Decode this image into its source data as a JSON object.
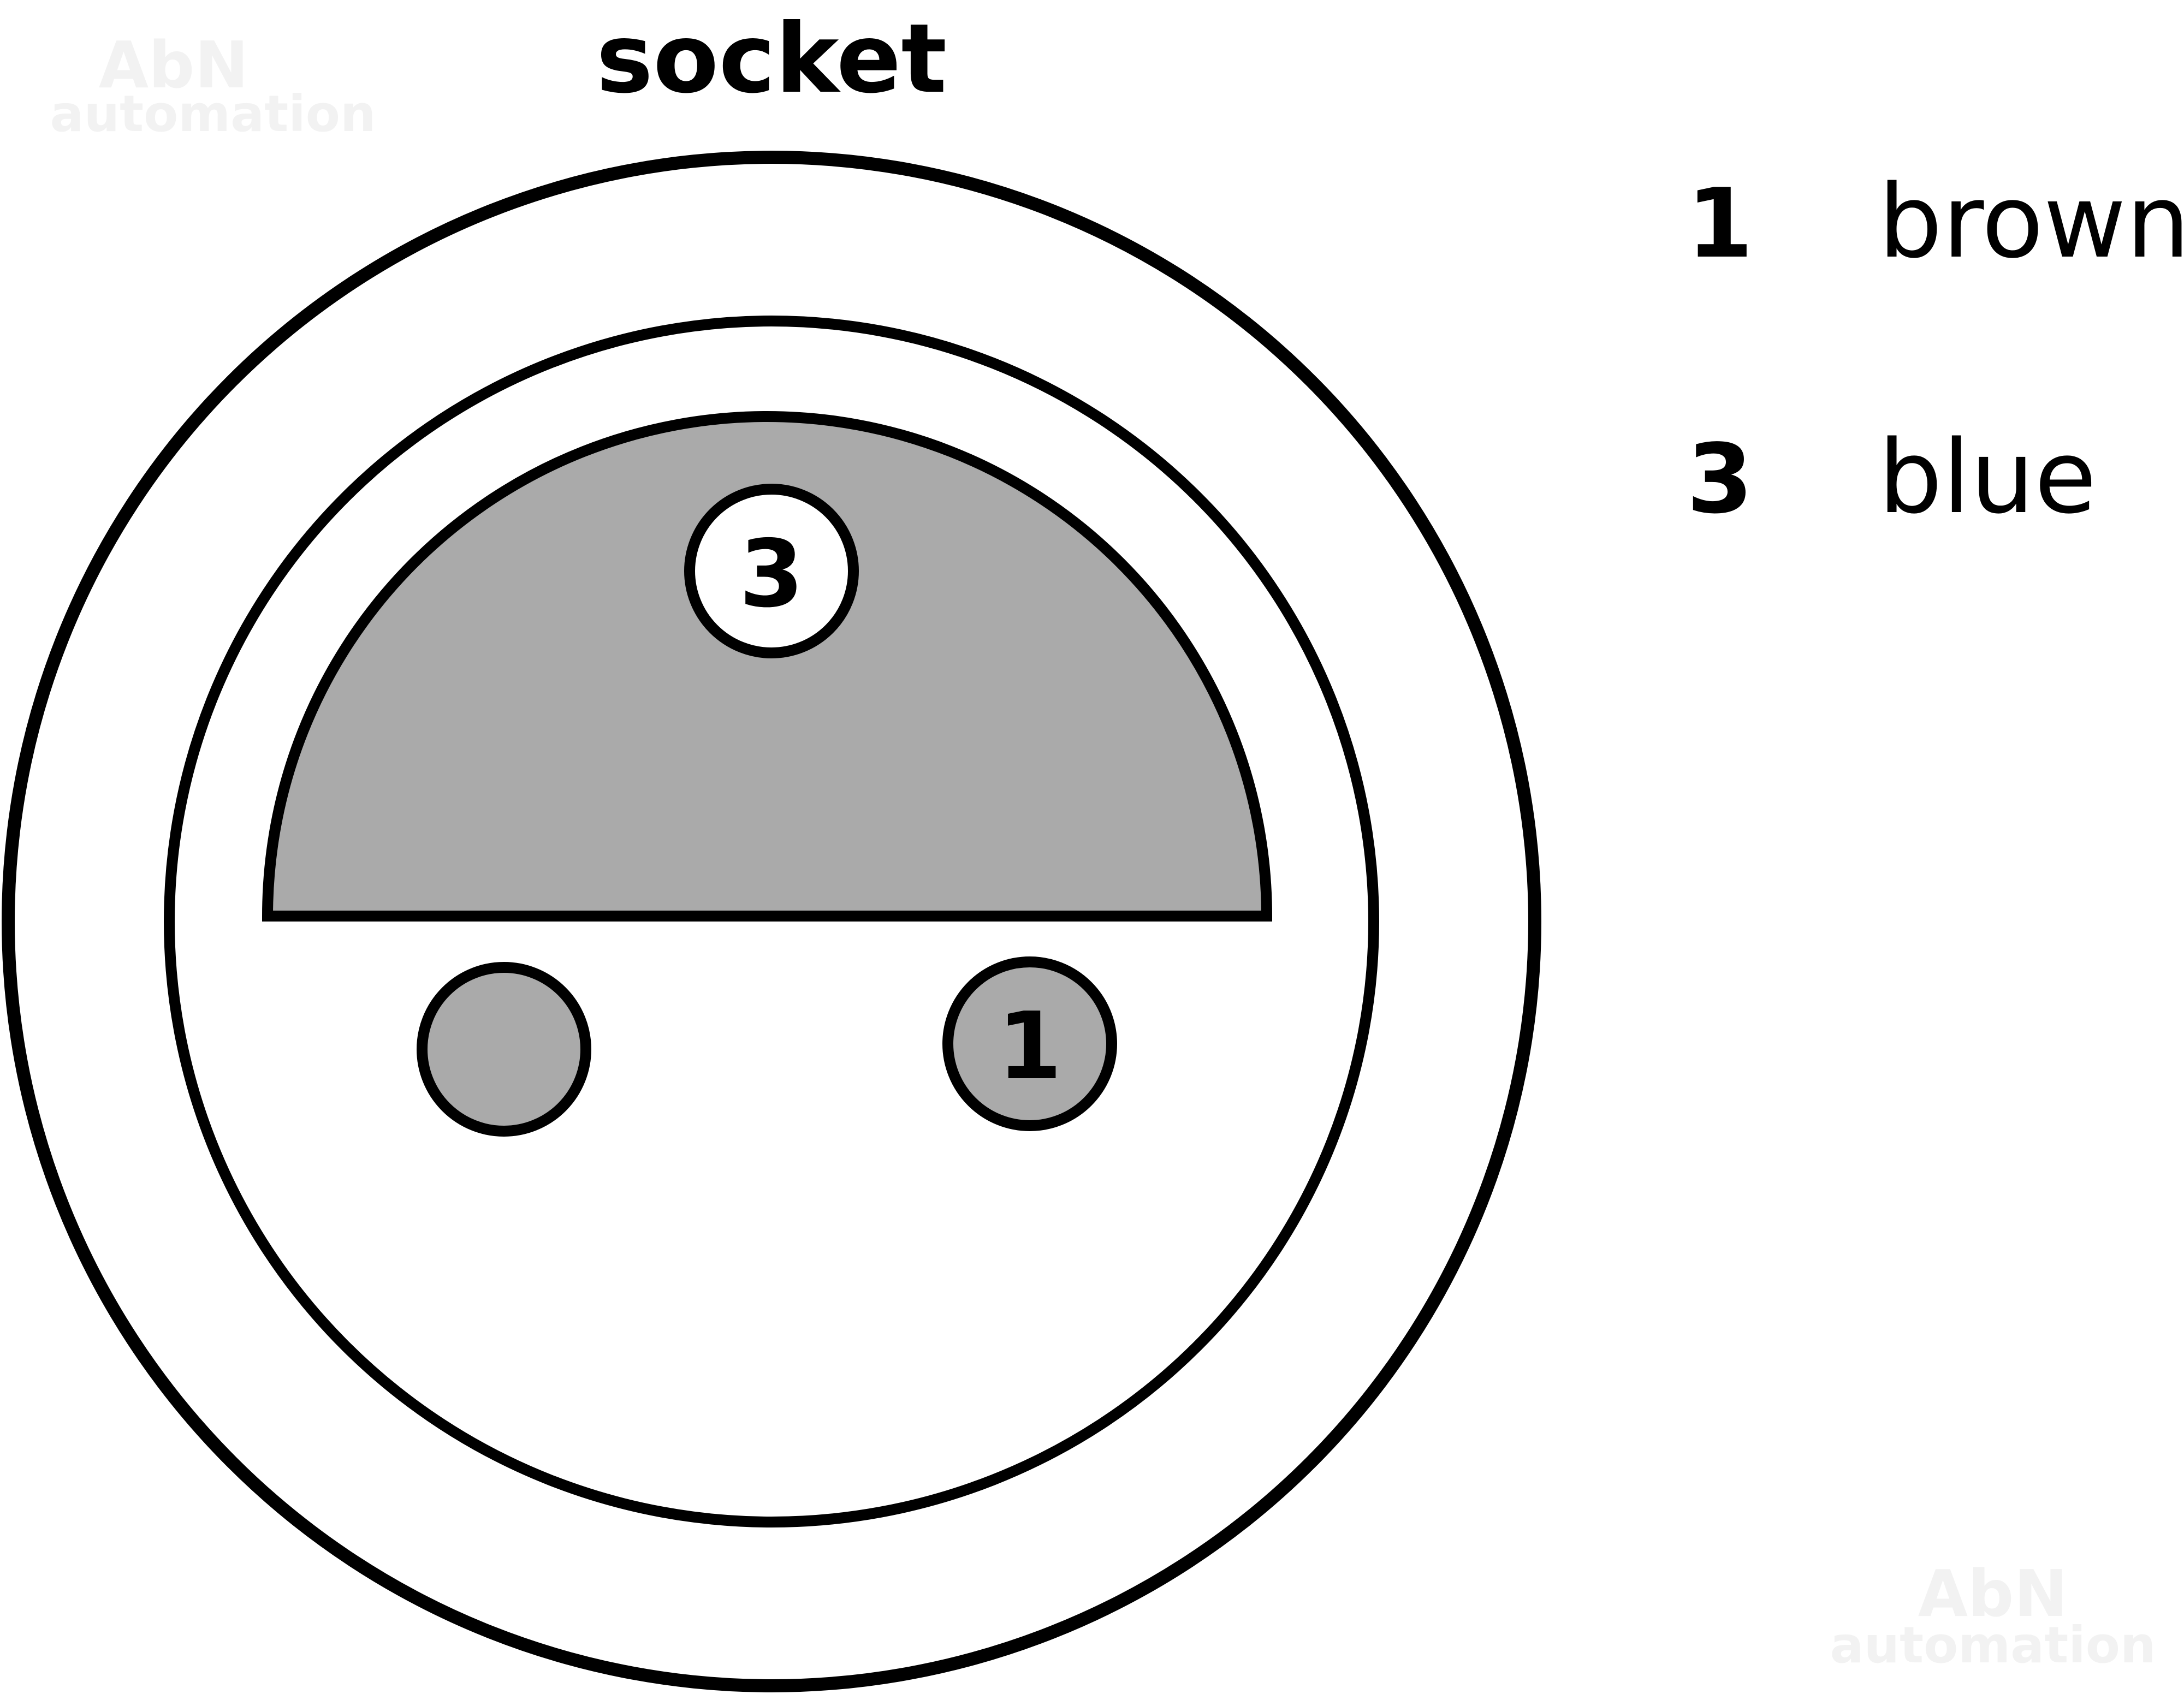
{
  "title": "socket",
  "watermark": {
    "line1": "AbN",
    "line2": "automation"
  },
  "pins": [
    {
      "number": "3",
      "fill": "#ffffff"
    },
    {
      "number": "",
      "fill": "#aaaaaa"
    },
    {
      "number": "1",
      "fill": "#aaaaaa"
    }
  ],
  "legend": [
    {
      "number": "1",
      "color_name": "brown"
    },
    {
      "number": "3",
      "color_name": "blue"
    }
  ],
  "colors": {
    "stroke": "#000000",
    "background": "#ffffff",
    "insert_fill": "#aaaaaa",
    "watermark": "#f2f2f2"
  }
}
